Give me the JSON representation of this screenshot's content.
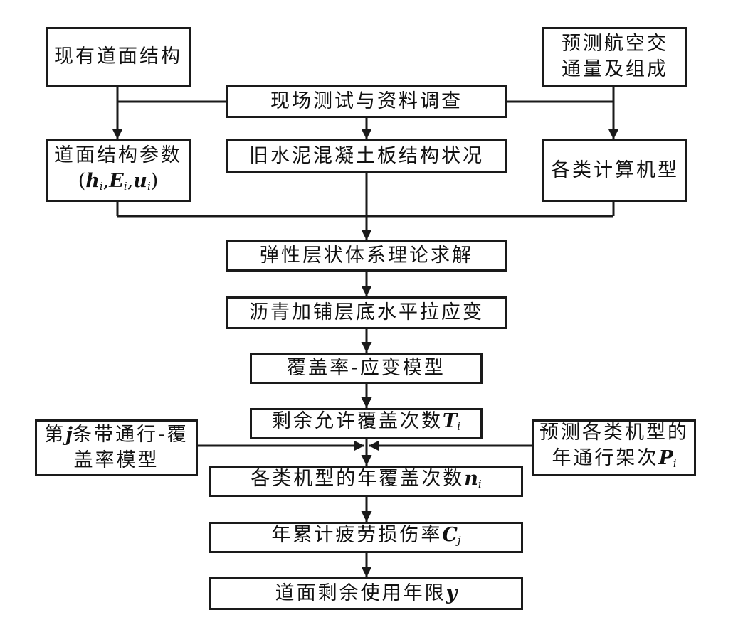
{
  "diagram": {
    "nodes": {
      "existing_structure": {
        "text": "现有道面结构"
      },
      "forecast_traffic": {
        "line1": "预测航空交",
        "line2": "通量及组成"
      },
      "field_survey": {
        "text": "现场测试与资料调查"
      },
      "structure_params": {
        "line1": "道面结构参数",
        "open": "(",
        "h": "h",
        "h_sub": "i",
        "sep1": ",",
        "E": "E",
        "E_sub": "i",
        "sep2": ",",
        "u": "u",
        "u_sub": "i",
        "close": ")"
      },
      "old_slab_condition": {
        "text": "旧水泥混凝土板结构状况"
      },
      "aircraft_types": {
        "text": "各类计算机型"
      },
      "elastic_solution": {
        "text": "弹性层状体系理论求解"
      },
      "asphalt_strain": {
        "text": "沥青加铺层底水平拉应变"
      },
      "coverage_strain_model": {
        "text": "覆盖率-应变模型"
      },
      "remaining_coverages": {
        "text": "剩余允许覆盖次数",
        "var": "T",
        "sub": "i"
      },
      "strip_model": {
        "pre": "第",
        "var": "j",
        "post": "条带通行-覆",
        "line2": "盖率模型"
      },
      "forecast_departures": {
        "line1": "预测各类机型的",
        "line2_text": "年通行架次",
        "var": "P",
        "sub": "i"
      },
      "annual_coverages": {
        "text": "各类机型的年覆盖次数",
        "var": "n",
        "sub": "i"
      },
      "fatigue_damage": {
        "text": "年累计疲劳损伤率",
        "var": "C",
        "sub": "j"
      },
      "remaining_life": {
        "text": "道面剩余使用年限",
        "var": "y"
      }
    }
  }
}
